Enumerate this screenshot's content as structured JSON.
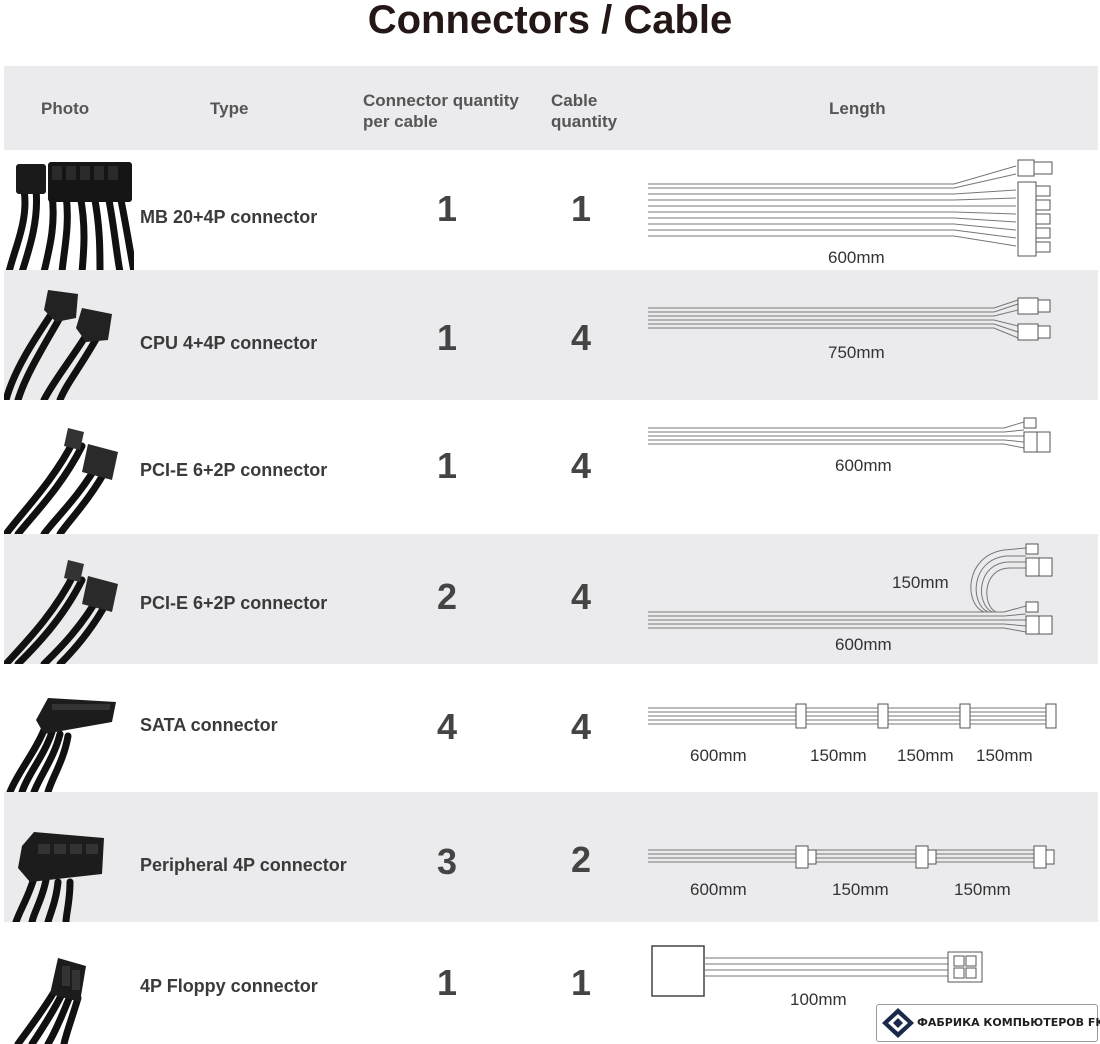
{
  "title": "Connectors / Cable",
  "header": {
    "photo": "Photo",
    "type": "Type",
    "connector_quantity": [
      "Connector quantity",
      "per cable"
    ],
    "cable_quantity": [
      "Cable",
      "quantity"
    ],
    "length": "Length"
  },
  "rows": [
    {
      "type": "MB 20+4P connector",
      "connector_qty": "1",
      "cable_qty": "1",
      "lengths": [
        "600mm"
      ]
    },
    {
      "type": "CPU 4+4P connector",
      "connector_qty": "1",
      "cable_qty": "4",
      "lengths": [
        "750mm"
      ]
    },
    {
      "type": "PCI-E 6+2P connector",
      "connector_qty": "1",
      "cable_qty": "4",
      "lengths": [
        "600mm"
      ]
    },
    {
      "type": "PCI-E 6+2P connector",
      "connector_qty": "2",
      "cable_qty": "4",
      "lengths": [
        "150mm",
        "600mm"
      ]
    },
    {
      "type": "SATA connector",
      "connector_qty": "4",
      "cable_qty": "4",
      "lengths": [
        "600mm",
        "150mm",
        "150mm",
        "150mm"
      ]
    },
    {
      "type": "Peripheral 4P connector",
      "connector_qty": "3",
      "cable_qty": "2",
      "lengths": [
        "600mm",
        "150mm",
        "150mm"
      ]
    },
    {
      "type": "4P Floppy connector",
      "connector_qty": "1",
      "cable_qty": "1",
      "lengths": [
        "100mm"
      ]
    }
  ],
  "watermark": {
    "text": "ФАБРИКА КОМПЬЮТЕРОВ FK.BY",
    "icon": "diamond-logo-icon"
  },
  "colors": {
    "header_bg": "#ebebee",
    "title": "#231815",
    "text": "#3c3c3c"
  }
}
